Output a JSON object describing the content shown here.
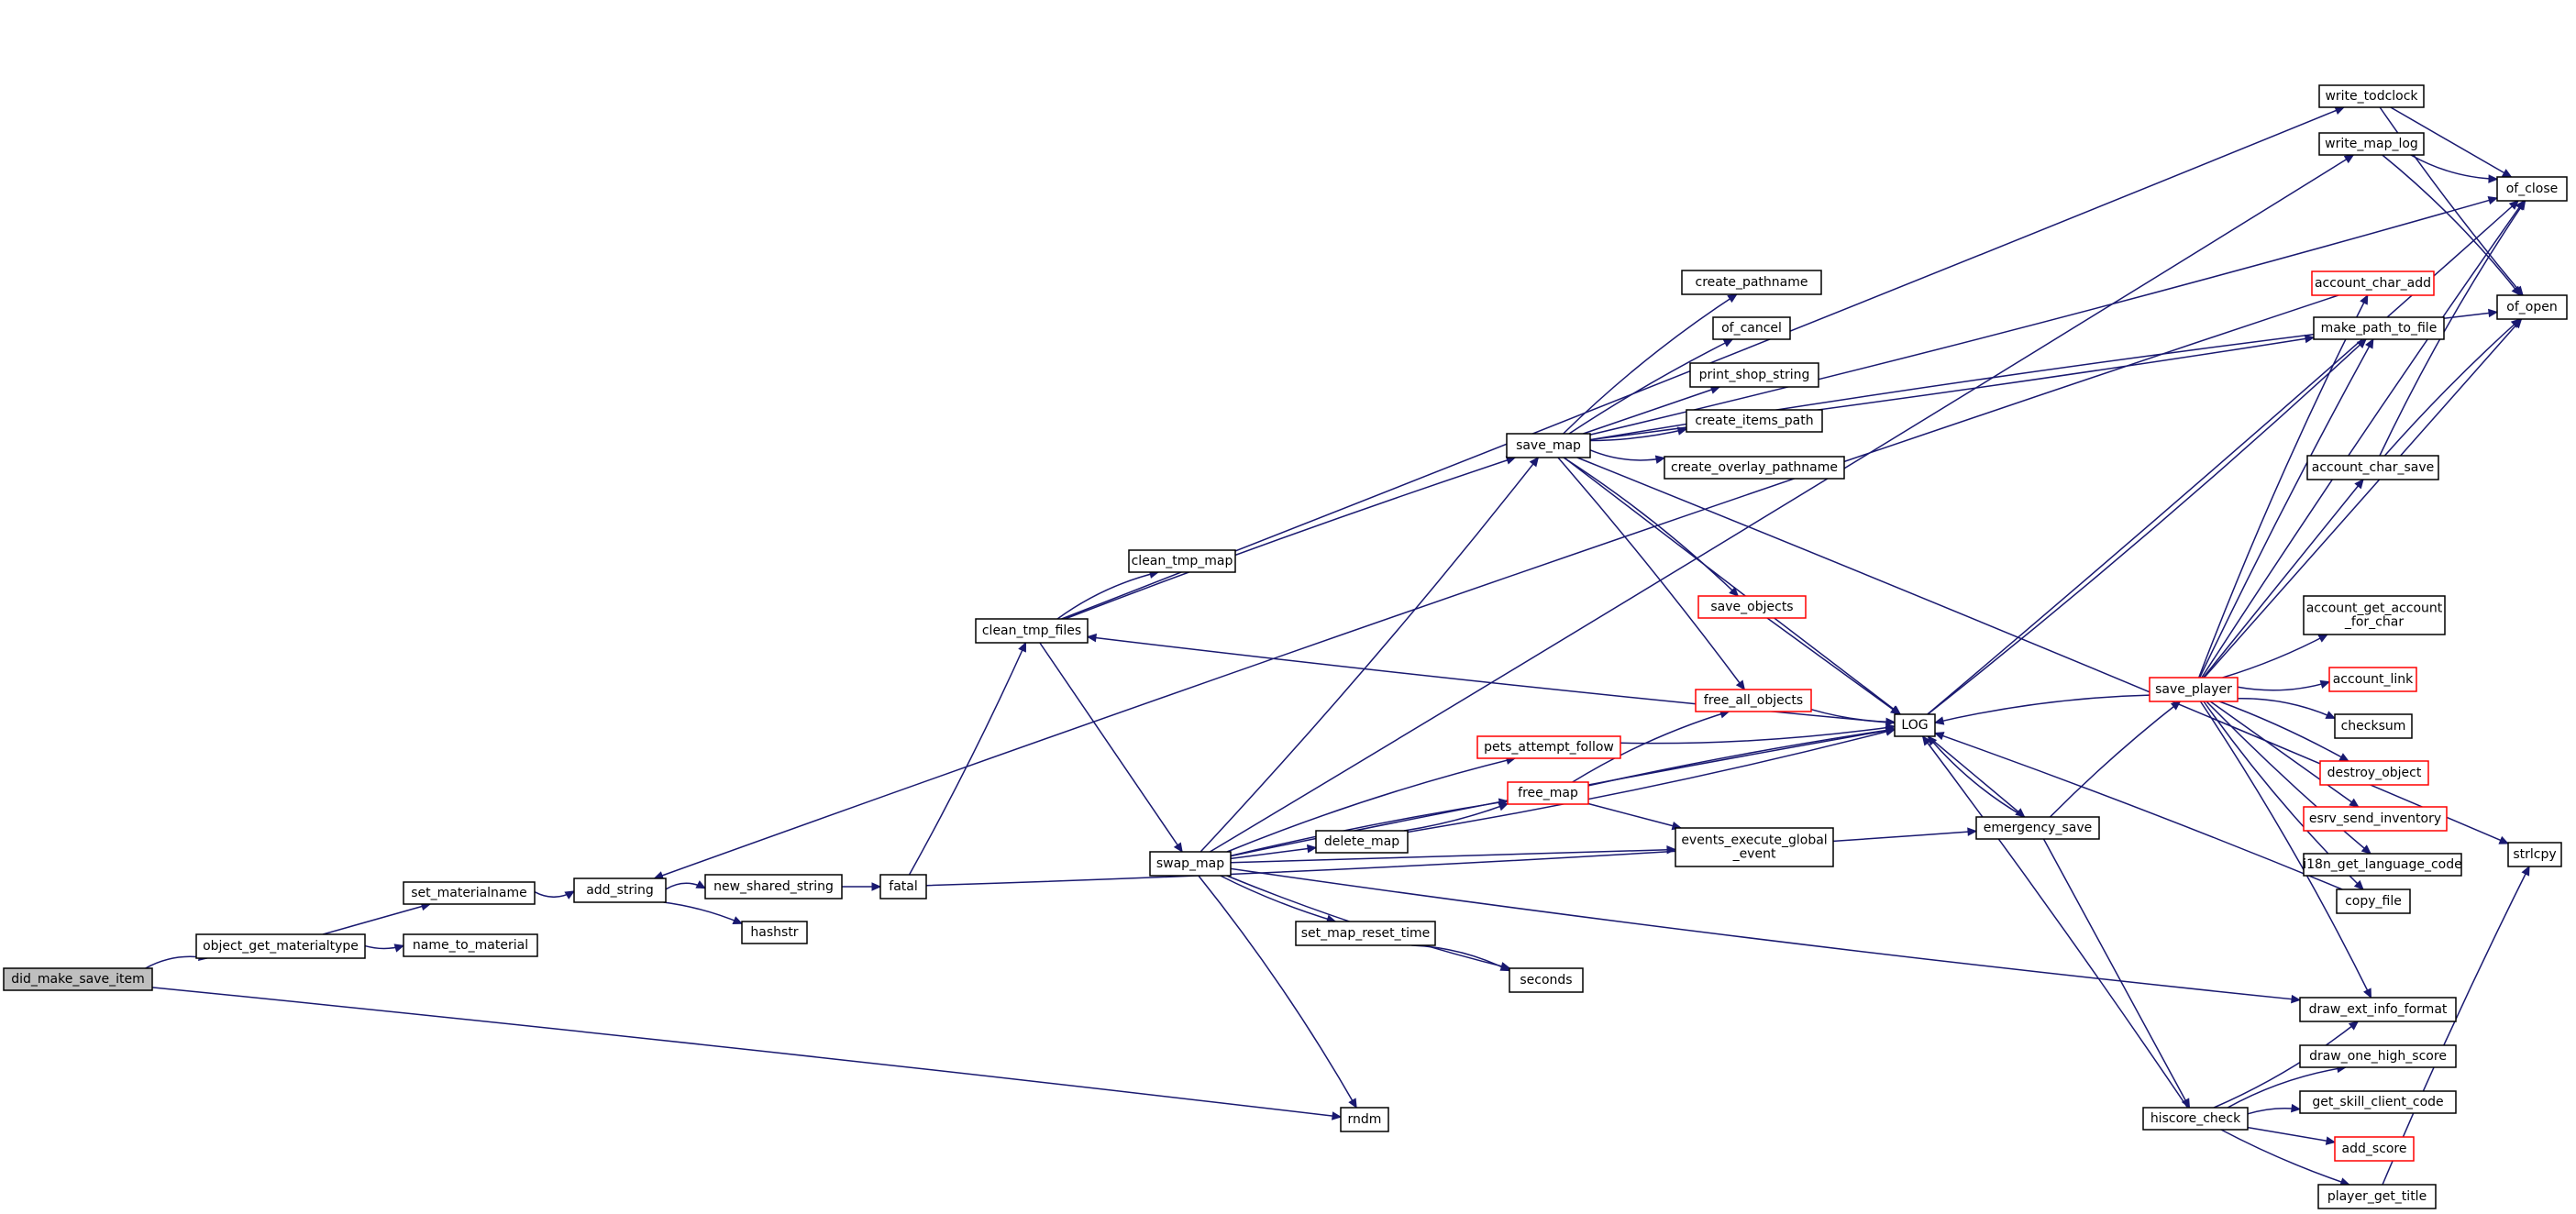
{
  "nodes": [
    {
      "id": "did_make_save_item",
      "label": "did_make_save_item",
      "style": "root",
      "interactable": true
    },
    {
      "id": "object_get_materialtype",
      "label": "object_get_materialtype",
      "style": "normal",
      "interactable": true
    },
    {
      "id": "set_materialname",
      "label": "set_materialname",
      "style": "normal",
      "interactable": true
    },
    {
      "id": "name_to_material",
      "label": "name_to_material",
      "style": "normal",
      "interactable": true
    },
    {
      "id": "add_string",
      "label": "add_string",
      "style": "normal",
      "interactable": true
    },
    {
      "id": "new_shared_string",
      "label": "new_shared_string",
      "style": "normal",
      "interactable": true
    },
    {
      "id": "hashstr",
      "label": "hashstr",
      "style": "normal",
      "interactable": true
    },
    {
      "id": "fatal",
      "label": "fatal",
      "style": "normal",
      "interactable": true
    },
    {
      "id": "clean_tmp_files",
      "label": "clean_tmp_files",
      "style": "normal",
      "interactable": true
    },
    {
      "id": "clean_tmp_map",
      "label": "clean_tmp_map",
      "style": "normal",
      "interactable": true
    },
    {
      "id": "swap_map",
      "label": "swap_map",
      "style": "normal",
      "interactable": true
    },
    {
      "id": "save_map",
      "label": "save_map",
      "style": "normal",
      "interactable": true
    },
    {
      "id": "create_pathname",
      "label": "create_pathname",
      "style": "normal",
      "interactable": true
    },
    {
      "id": "of_cancel",
      "label": "of_cancel",
      "style": "normal",
      "interactable": true
    },
    {
      "id": "print_shop_string",
      "label": "print_shop_string",
      "style": "normal",
      "interactable": true
    },
    {
      "id": "create_items_path",
      "label": "create_items_path",
      "style": "normal",
      "interactable": true
    },
    {
      "id": "create_overlay_pathname",
      "label": "create_overlay_pathname",
      "style": "normal",
      "interactable": true
    },
    {
      "id": "save_objects",
      "label": "save_objects",
      "style": "red",
      "interactable": true
    },
    {
      "id": "free_all_objects",
      "label": "free_all_objects",
      "style": "red",
      "interactable": true
    },
    {
      "id": "pets_attempt_follow",
      "label": "pets_attempt_follow",
      "style": "red",
      "interactable": true
    },
    {
      "id": "free_map",
      "label": "free_map",
      "style": "red",
      "interactable": true
    },
    {
      "id": "delete_map",
      "label": "delete_map",
      "style": "normal",
      "interactable": true
    },
    {
      "id": "events_execute_global_event",
      "label": "events_execute_global\n_event",
      "style": "normal",
      "interactable": true
    },
    {
      "id": "set_map_reset_time",
      "label": "set_map_reset_time",
      "style": "normal",
      "interactable": true
    },
    {
      "id": "seconds",
      "label": "seconds",
      "style": "normal",
      "interactable": true
    },
    {
      "id": "rndm",
      "label": "rndm",
      "style": "normal",
      "interactable": true
    },
    {
      "id": "LOG",
      "label": "LOG",
      "style": "normal",
      "interactable": true
    },
    {
      "id": "emergency_save",
      "label": "emergency_save",
      "style": "normal",
      "interactable": true
    },
    {
      "id": "hiscore_check",
      "label": "hiscore_check",
      "style": "normal",
      "interactable": true
    },
    {
      "id": "save_player",
      "label": "save_player",
      "style": "red",
      "interactable": true
    },
    {
      "id": "write_todclock",
      "label": "write_todclock",
      "style": "normal",
      "interactable": true
    },
    {
      "id": "write_map_log",
      "label": "write_map_log",
      "style": "normal",
      "interactable": true
    },
    {
      "id": "account_char_add",
      "label": "account_char_add",
      "style": "red",
      "interactable": true
    },
    {
      "id": "make_path_to_file",
      "label": "make_path_to_file",
      "style": "normal",
      "interactable": true
    },
    {
      "id": "account_char_save",
      "label": "account_char_save",
      "style": "normal",
      "interactable": true
    },
    {
      "id": "account_get_account_for_char",
      "label": "account_get_account\n_for_char",
      "style": "normal",
      "interactable": true
    },
    {
      "id": "account_link",
      "label": "account_link",
      "style": "red",
      "interactable": true
    },
    {
      "id": "checksum",
      "label": "checksum",
      "style": "normal",
      "interactable": true
    },
    {
      "id": "destroy_object",
      "label": "destroy_object",
      "style": "red",
      "interactable": true
    },
    {
      "id": "esrv_send_inventory",
      "label": "esrv_send_inventory",
      "style": "red",
      "interactable": true
    },
    {
      "id": "i18n_get_language_code",
      "label": "i18n_get_language_code",
      "style": "normal",
      "interactable": true
    },
    {
      "id": "copy_file",
      "label": "copy_file",
      "style": "normal",
      "interactable": true
    },
    {
      "id": "draw_ext_info_format",
      "label": "draw_ext_info_format",
      "style": "normal",
      "interactable": true
    },
    {
      "id": "draw_one_high_score",
      "label": "draw_one_high_score",
      "style": "normal",
      "interactable": true
    },
    {
      "id": "get_skill_client_code",
      "label": "get_skill_client_code",
      "style": "normal",
      "interactable": true
    },
    {
      "id": "add_score",
      "label": "add_score",
      "style": "red",
      "interactable": true
    },
    {
      "id": "player_get_title",
      "label": "player_get_title",
      "style": "normal",
      "interactable": true
    },
    {
      "id": "of_close",
      "label": "of_close",
      "style": "normal",
      "interactable": true
    },
    {
      "id": "of_open",
      "label": "of_open",
      "style": "normal",
      "interactable": true
    },
    {
      "id": "strlcpy",
      "label": "strlcpy",
      "style": "normal",
      "interactable": true
    }
  ],
  "edges": [
    [
      "did_make_save_item",
      "object_get_materialtype"
    ],
    [
      "did_make_save_item",
      "rndm"
    ],
    [
      "object_get_materialtype",
      "set_materialname"
    ],
    [
      "object_get_materialtype",
      "name_to_material"
    ],
    [
      "set_materialname",
      "add_string"
    ],
    [
      "add_string",
      "new_shared_string"
    ],
    [
      "add_string",
      "hashstr"
    ],
    [
      "new_shared_string",
      "fatal"
    ],
    [
      "fatal",
      "clean_tmp_files"
    ],
    [
      "fatal",
      "emergency_save"
    ],
    [
      "clean_tmp_files",
      "clean_tmp_map"
    ],
    [
      "clean_tmp_files",
      "save_map"
    ],
    [
      "clean_tmp_files",
      "swap_map"
    ],
    [
      "clean_tmp_files",
      "write_todclock"
    ],
    [
      "swap_map",
      "save_map"
    ],
    [
      "swap_map",
      "pets_attempt_follow"
    ],
    [
      "swap_map",
      "free_map"
    ],
    [
      "swap_map",
      "delete_map"
    ],
    [
      "swap_map",
      "set_map_reset_time"
    ],
    [
      "swap_map",
      "seconds"
    ],
    [
      "swap_map",
      "rndm"
    ],
    [
      "swap_map",
      "LOG"
    ],
    [
      "swap_map",
      "events_execute_global_event"
    ],
    [
      "swap_map",
      "write_map_log"
    ],
    [
      "swap_map",
      "draw_ext_info_format"
    ],
    [
      "save_map",
      "create_pathname"
    ],
    [
      "save_map",
      "of_cancel"
    ],
    [
      "save_map",
      "print_shop_string"
    ],
    [
      "save_map",
      "create_items_path"
    ],
    [
      "save_map",
      "create_overlay_pathname"
    ],
    [
      "save_map",
      "save_objects"
    ],
    [
      "save_map",
      "free_all_objects"
    ],
    [
      "save_map",
      "LOG"
    ],
    [
      "save_map",
      "make_path_to_file"
    ],
    [
      "save_map",
      "of_close"
    ],
    [
      "save_map",
      "of_open"
    ],
    [
      "save_map",
      "strlcpy"
    ],
    [
      "save_objects",
      "LOG"
    ],
    [
      "free_all_objects",
      "LOG"
    ],
    [
      "pets_attempt_follow",
      "LOG"
    ],
    [
      "free_map",
      "free_all_objects"
    ],
    [
      "free_map",
      "LOG"
    ],
    [
      "free_map",
      "events_execute_global_event"
    ],
    [
      "delete_map",
      "free_map"
    ],
    [
      "delete_map",
      "LOG"
    ],
    [
      "set_map_reset_time",
      "seconds"
    ],
    [
      "LOG",
      "clean_tmp_files"
    ],
    [
      "LOG",
      "emergency_save"
    ],
    [
      "LOG",
      "of_close"
    ],
    [
      "LOG",
      "make_path_to_file"
    ],
    [
      "emergency_save",
      "LOG"
    ],
    [
      "emergency_save",
      "save_player"
    ],
    [
      "emergency_save",
      "hiscore_check"
    ],
    [
      "hiscore_check",
      "LOG"
    ],
    [
      "hiscore_check",
      "draw_ext_info_format"
    ],
    [
      "hiscore_check",
      "draw_one_high_score"
    ],
    [
      "hiscore_check",
      "get_skill_client_code"
    ],
    [
      "hiscore_check",
      "add_score"
    ],
    [
      "hiscore_check",
      "player_get_title"
    ],
    [
      "save_player",
      "LOG"
    ],
    [
      "save_player",
      "account_char_add"
    ],
    [
      "save_player",
      "make_path_to_file"
    ],
    [
      "save_player",
      "account_char_save"
    ],
    [
      "save_player",
      "account_get_account_for_char"
    ],
    [
      "save_player",
      "account_link"
    ],
    [
      "save_player",
      "checksum"
    ],
    [
      "save_player",
      "destroy_object"
    ],
    [
      "save_player",
      "esrv_send_inventory"
    ],
    [
      "save_player",
      "i18n_get_language_code"
    ],
    [
      "save_player",
      "copy_file"
    ],
    [
      "save_player",
      "draw_ext_info_format"
    ],
    [
      "save_player",
      "of_close"
    ],
    [
      "save_player",
      "of_open"
    ],
    [
      "copy_file",
      "LOG"
    ],
    [
      "account_char_add",
      "add_string"
    ],
    [
      "account_char_save",
      "of_close"
    ],
    [
      "account_char_save",
      "of_open"
    ],
    [
      "write_todclock",
      "of_close"
    ],
    [
      "write_todclock",
      "of_open"
    ],
    [
      "write_map_log",
      "of_close"
    ],
    [
      "write_map_log",
      "of_open"
    ],
    [
      "player_get_title",
      "strlcpy"
    ]
  ]
}
